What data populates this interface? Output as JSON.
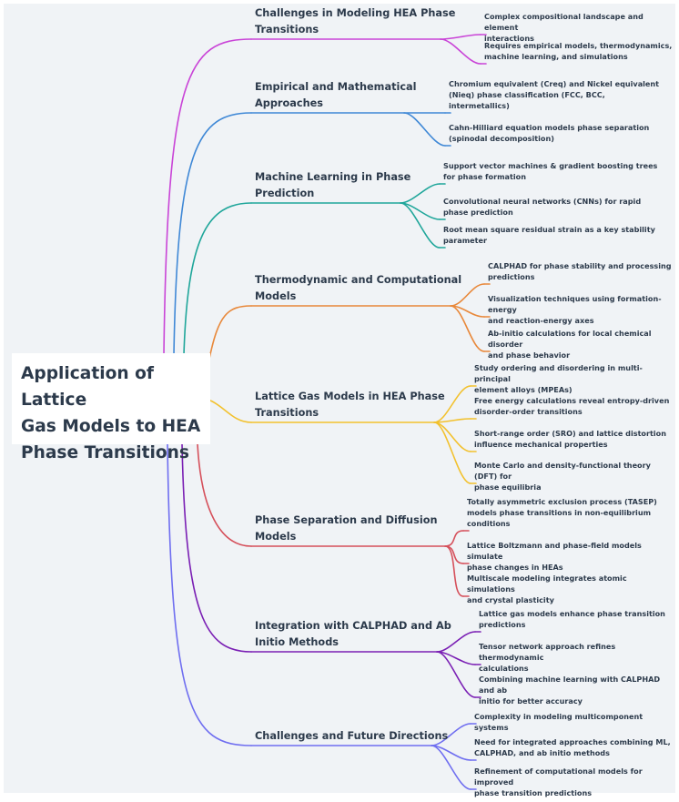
{
  "root": {
    "title": "Application of Lattice\nGas Models to HEA\nPhase Transitions"
  },
  "branches": [
    {
      "label": "Challenges in Modeling HEA Phase\nTransitions",
      "color": "#c944d7",
      "children": [
        "Complex compositional landscape and element\ninteractions",
        "Requires empirical models, thermodynamics,\nmachine learning, and simulations"
      ]
    },
    {
      "label": "Empirical and Mathematical\nApproaches",
      "color": "#3f88d6",
      "children": [
        "Chromium equivalent (Creq) and Nickel equivalent\n(Nieq) phase classification (FCC, BCC,\nintermetallics)",
        "Cahn-Hilliard equation models phase separation\n(spinodal decomposition)"
      ]
    },
    {
      "label": "Machine Learning in Phase\nPrediction",
      "color": "#1fa69a",
      "children": [
        "Support vector machines & gradient boosting trees\nfor phase formation",
        "Convolutional neural networks (CNNs) for rapid\nphase prediction",
        "Root mean square residual strain as a key stability\nparameter"
      ]
    },
    {
      "label": "Thermodynamic and Computational\nModels",
      "color": "#e8883a",
      "children": [
        "CALPHAD for phase stability and processing\npredictions",
        "Visualization techniques using formation-energy\nand reaction-energy axes",
        "Ab-initio calculations for local chemical disorder\nand phase behavior"
      ]
    },
    {
      "label": "Lattice Gas Models in HEA Phase\nTransitions",
      "color": "#f2c12e",
      "children": [
        "Study ordering and disordering in multi-principal\nelement alloys (MPEAs)",
        "Free energy calculations reveal entropy-driven\ndisorder-order transitions",
        "Short-range order (SRO) and lattice distortion\ninfluence mechanical properties",
        "Monte Carlo and density-functional theory (DFT) for\nphase equilibria"
      ]
    },
    {
      "label": "Phase Separation and Diffusion\nModels",
      "color": "#d54f5a",
      "children": [
        "Totally asymmetric exclusion process (TASEP)\nmodels phase transitions in non-equilibrium\nconditions",
        "Lattice Boltzmann and phase-field models simulate\nphase changes in HEAs",
        "Multiscale modeling integrates atomic simulations\nand crystal plasticity"
      ]
    },
    {
      "label": "Integration with CALPHAD and Ab\nInitio Methods",
      "color": "#7a1fb4",
      "children": [
        "Lattice gas models enhance phase transition\npredictions",
        "Tensor network approach refines thermodynamic\ncalculations",
        "Combining machine learning with CALPHAD and ab\ninitio for better accuracy"
      ]
    },
    {
      "label": "Challenges and Future Directions",
      "color": "#6f6ef0",
      "children": [
        "Complexity in modeling multicomponent systems",
        "Need for integrated approaches combining ML,\nCALPHAD, and ab initio methods",
        "Refinement of computational models for improved\nphase transition predictions"
      ]
    }
  ]
}
